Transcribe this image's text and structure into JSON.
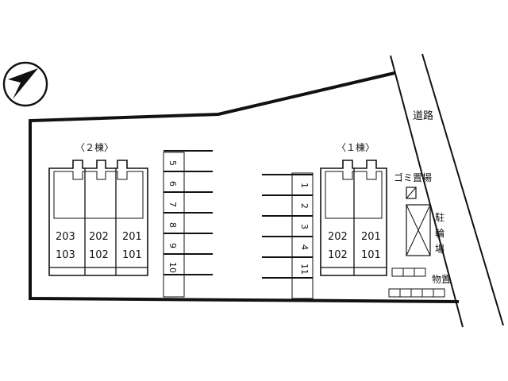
{
  "road_label": "道路",
  "building2": {
    "label": "〈２棟〉",
    "upper_units": [
      "203",
      "202",
      "201"
    ],
    "lower_units": [
      "103",
      "102",
      "101"
    ]
  },
  "building1": {
    "label": "〈１棟〉",
    "upper_units": [
      "202",
      "201"
    ],
    "lower_units": [
      "102",
      "101"
    ]
  },
  "parking_left": [
    "5",
    "6",
    "7",
    "8",
    "9",
    "10"
  ],
  "parking_right": [
    "1",
    "2",
    "3",
    "4",
    "11"
  ],
  "garbage_label": "ゴミ置場",
  "bicycle_label": "駐輪場",
  "storage_label": "物置",
  "north_arrow": "north-arrow-icon"
}
